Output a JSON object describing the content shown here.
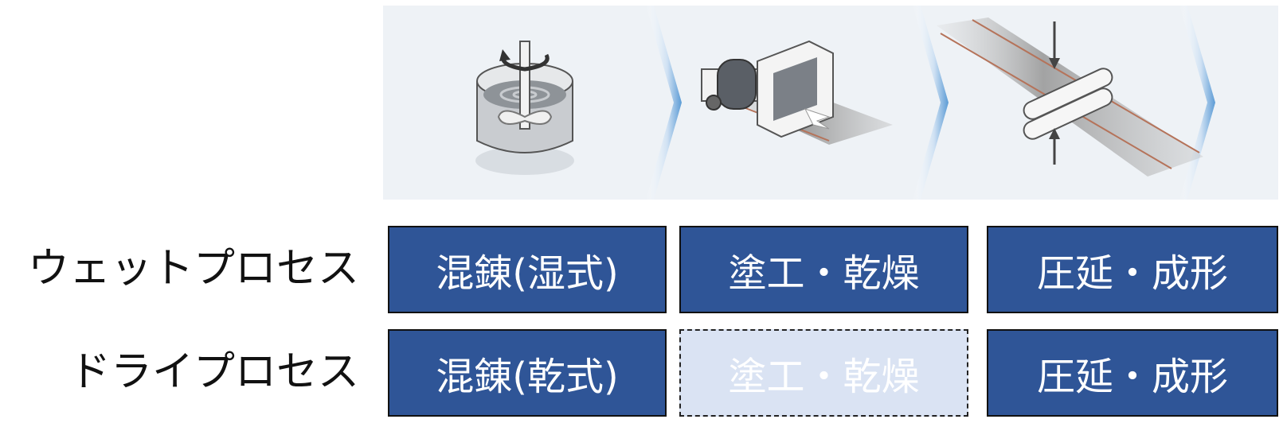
{
  "rows": [
    {
      "label": "ウェットプロセス",
      "steps": [
        "混錬(湿式)",
        "塗工・乾燥",
        "圧延・成形"
      ],
      "skipped": [
        false,
        false,
        false
      ]
    },
    {
      "label": "ドライプロセス",
      "steps": [
        "混錬(乾式)",
        "塗工・乾燥",
        "圧延・成形"
      ],
      "skipped": [
        false,
        true,
        false
      ]
    }
  ],
  "colors": {
    "step_fill": "#2f5597",
    "skipped_fill": "#dae3f3",
    "border": "#111111",
    "chevron": "#5b9bd5",
    "illustration_bg": "#eef2f6"
  },
  "illustration": {
    "panels": [
      "mixer-tank-icon",
      "coater-dryer-icon",
      "roll-press-icon"
    ]
  }
}
